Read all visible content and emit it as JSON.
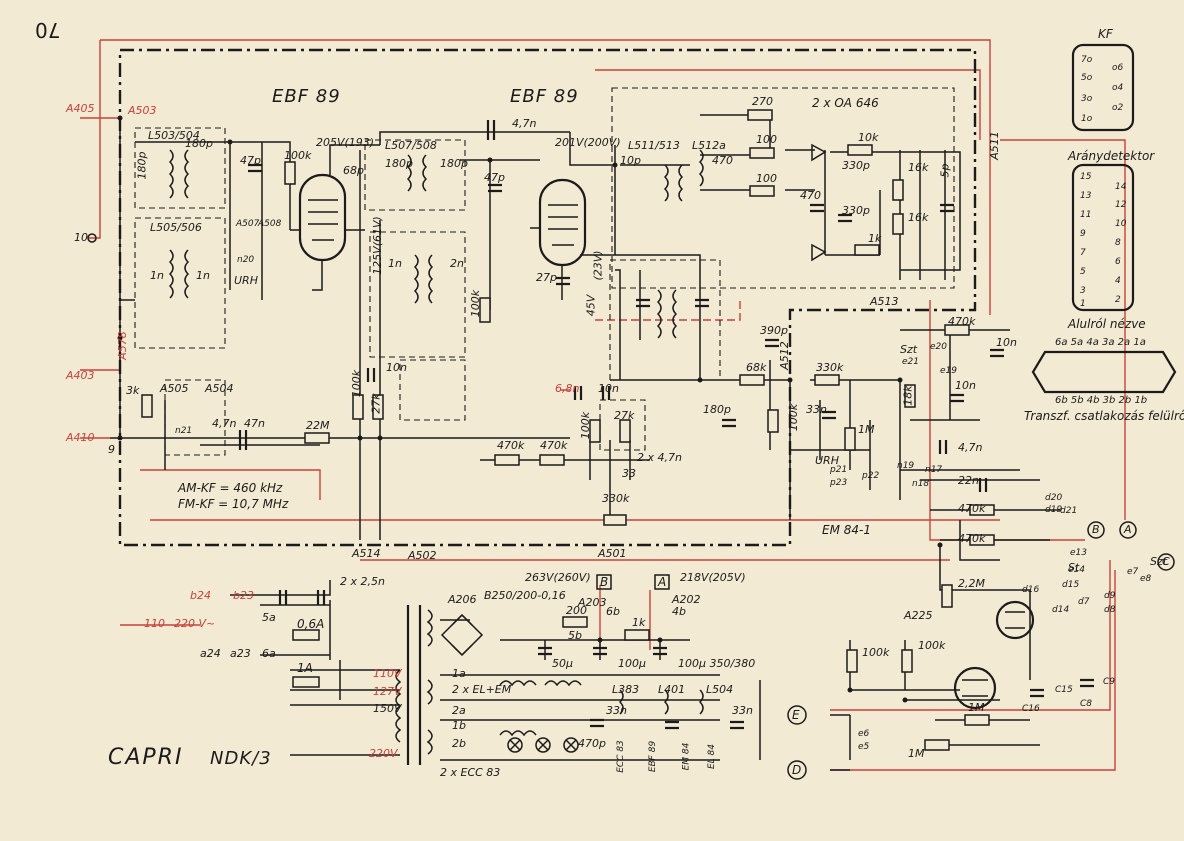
{
  "page_number": "70",
  "title": "CAPRI",
  "model": "NDK/3",
  "tubes": {
    "t1": "EBF 89",
    "t2": "EBF 89",
    "diodes": "2 x OA 646"
  },
  "if_notes": {
    "am": "AM-KF = 460 kHz",
    "fm": "FM-KF = 10,7 MHz"
  },
  "kf_block": {
    "title": "KF",
    "pins": [
      "7o",
      "o6",
      "5o",
      "o4",
      "3o",
      "o2",
      "1o"
    ]
  },
  "ratio_block": {
    "title": "Aránydetektor",
    "pins": [
      "15",
      "14",
      "13",
      "12",
      "11",
      "10",
      "9",
      "8",
      "7",
      "6",
      "5",
      "4",
      "3",
      "2",
      "1"
    ]
  },
  "socket_block": {
    "title": "Alulról nézve",
    "top": "6a 5a 4a 3a 2a 1a",
    "bottom": "6b 5b 4b 3b 2b 1b",
    "caption": "Transzf. csatlakozás felülről"
  },
  "terminals": {
    "A405": "A405",
    "A503": "A503",
    "A403": "A403",
    "A410": "A410",
    "A578": "A578",
    "A505": "A505",
    "A504": "A504",
    "A507": "A507",
    "A508": "A508",
    "A514": "A514",
    "A502": "A502",
    "A501": "A501",
    "A511": "A511",
    "A513": "A513",
    "A512": "A512",
    "A225": "A225",
    "A206": "A206",
    "A203": "A203",
    "A202": "A202",
    "t10": "10",
    "t9": "9",
    "tB": "B",
    "tA": "A",
    "tC": "C",
    "tD": "D",
    "tE": "E"
  },
  "voltages": {
    "v1": "205V(193)",
    "v2": "201V(200V)",
    "v3": "263V(260V)",
    "v4": "218V(205V)",
    "v5": "45V",
    "v6": "125V(61V)",
    "v7": "(23V)"
  },
  "coils": {
    "L503": "L503/504",
    "L505": "L505/506",
    "L507": "L507/508",
    "L511": "L511/513",
    "L512": "L512a",
    "L383": "L383",
    "L401": "L401",
    "L504": "L504"
  },
  "resistors": {
    "R503": "100k",
    "R504": "22M",
    "R505": "100k",
    "R506": "27k",
    "R508": "100k",
    "R509": "470k",
    "R510": "470k",
    "R512": "100k",
    "R513": "27k",
    "R514": "33",
    "R511": "330k",
    "R515": "270",
    "R516": "100",
    "R517": "100",
    "R519": "10k",
    "R520": "16k",
    "R521": "16k",
    "R522": "68k",
    "R523": "100k",
    "R524": "330k",
    "R525": "1M",
    "R526": "18k",
    "R527": "470k",
    "R528": "2,2M",
    "R529": "470k",
    "R530": "470k",
    "R531": "3k",
    "R108": "200",
    "R102": "1k",
    "R281": "100k",
    "R284": "100k",
    "R282": "1M",
    "R283": "1M",
    "Rlow": "1k"
  },
  "capacitors": {
    "C501": "180p",
    "C502": "180p",
    "C503": "47p",
    "C504": "1n",
    "C505": "1n",
    "C506": "47n",
    "C507": "68p",
    "C508": "180p",
    "C509": "180p",
    "C510": "47p",
    "C511": "1n",
    "C512": "2n",
    "C513": "10n",
    "C516": "27p",
    "C518": "4,7n",
    "C520": "10p",
    "C522": "470",
    "C524": "470",
    "C525": "330p",
    "C526": "330p",
    "C527": "5p",
    "C528": "390p",
    "C529": "180p",
    "C530": "33n",
    "C531": "10n",
    "C532": "4,7n",
    "C533": "22n",
    "C534": "10n",
    "C536": "6,8n",
    "C537": "10n",
    "C538": "4,7n",
    "C539": "2 x 4,7n",
    "C101": "2 x 2,5n",
    "Cps1": "50µ",
    "Cps2": "100µ",
    "Cps3": "100µ 350/380",
    "C27": "33n",
    "C12": "470p",
    "C281": "33n"
  },
  "power": {
    "fuse1": "0,6A",
    "fuse2": "1A",
    "rect": "B250/200-0,16",
    "mains1": "110",
    "mains2": "220 V~",
    "tap1": "110V",
    "tap2": "127V",
    "tap3": "150V",
    "tap4": "220V",
    "heater1": "2 x EL+EM",
    "heater2": "2 x ECC 83",
    "tr1a": "1a",
    "tr2a": "2a",
    "tr1b": "1b",
    "tr2b": "2b",
    "sw_b24": "b24",
    "sw_b23": "b23",
    "sw_a24": "a24",
    "sw_a23": "a23",
    "sw_5a": "5a",
    "sw_6a": "6a",
    "sw_5b": "5b",
    "sw_4b": "4b",
    "sw_6b": "6b"
  },
  "tuning": {
    "eye": "EM 84-1",
    "urh": "URH",
    "urh2": "URH",
    "szt": "Szt",
    "st": "St"
  },
  "switch_labels": [
    "e20",
    "e19",
    "e21",
    "n20",
    "p21",
    "p23",
    "p22",
    "n17",
    "n18",
    "n19",
    "n21",
    "d20",
    "d19",
    "d21",
    "e13",
    "e14",
    "d15",
    "d14",
    "d16",
    "d7",
    "d9",
    "e7",
    "e8",
    "e5",
    "e6",
    "d8",
    "C15",
    "C8",
    "C9",
    "C16"
  ],
  "tube_labels": [
    "EL 84",
    "EM 84",
    "ECC 83",
    "EBF 89"
  ]
}
